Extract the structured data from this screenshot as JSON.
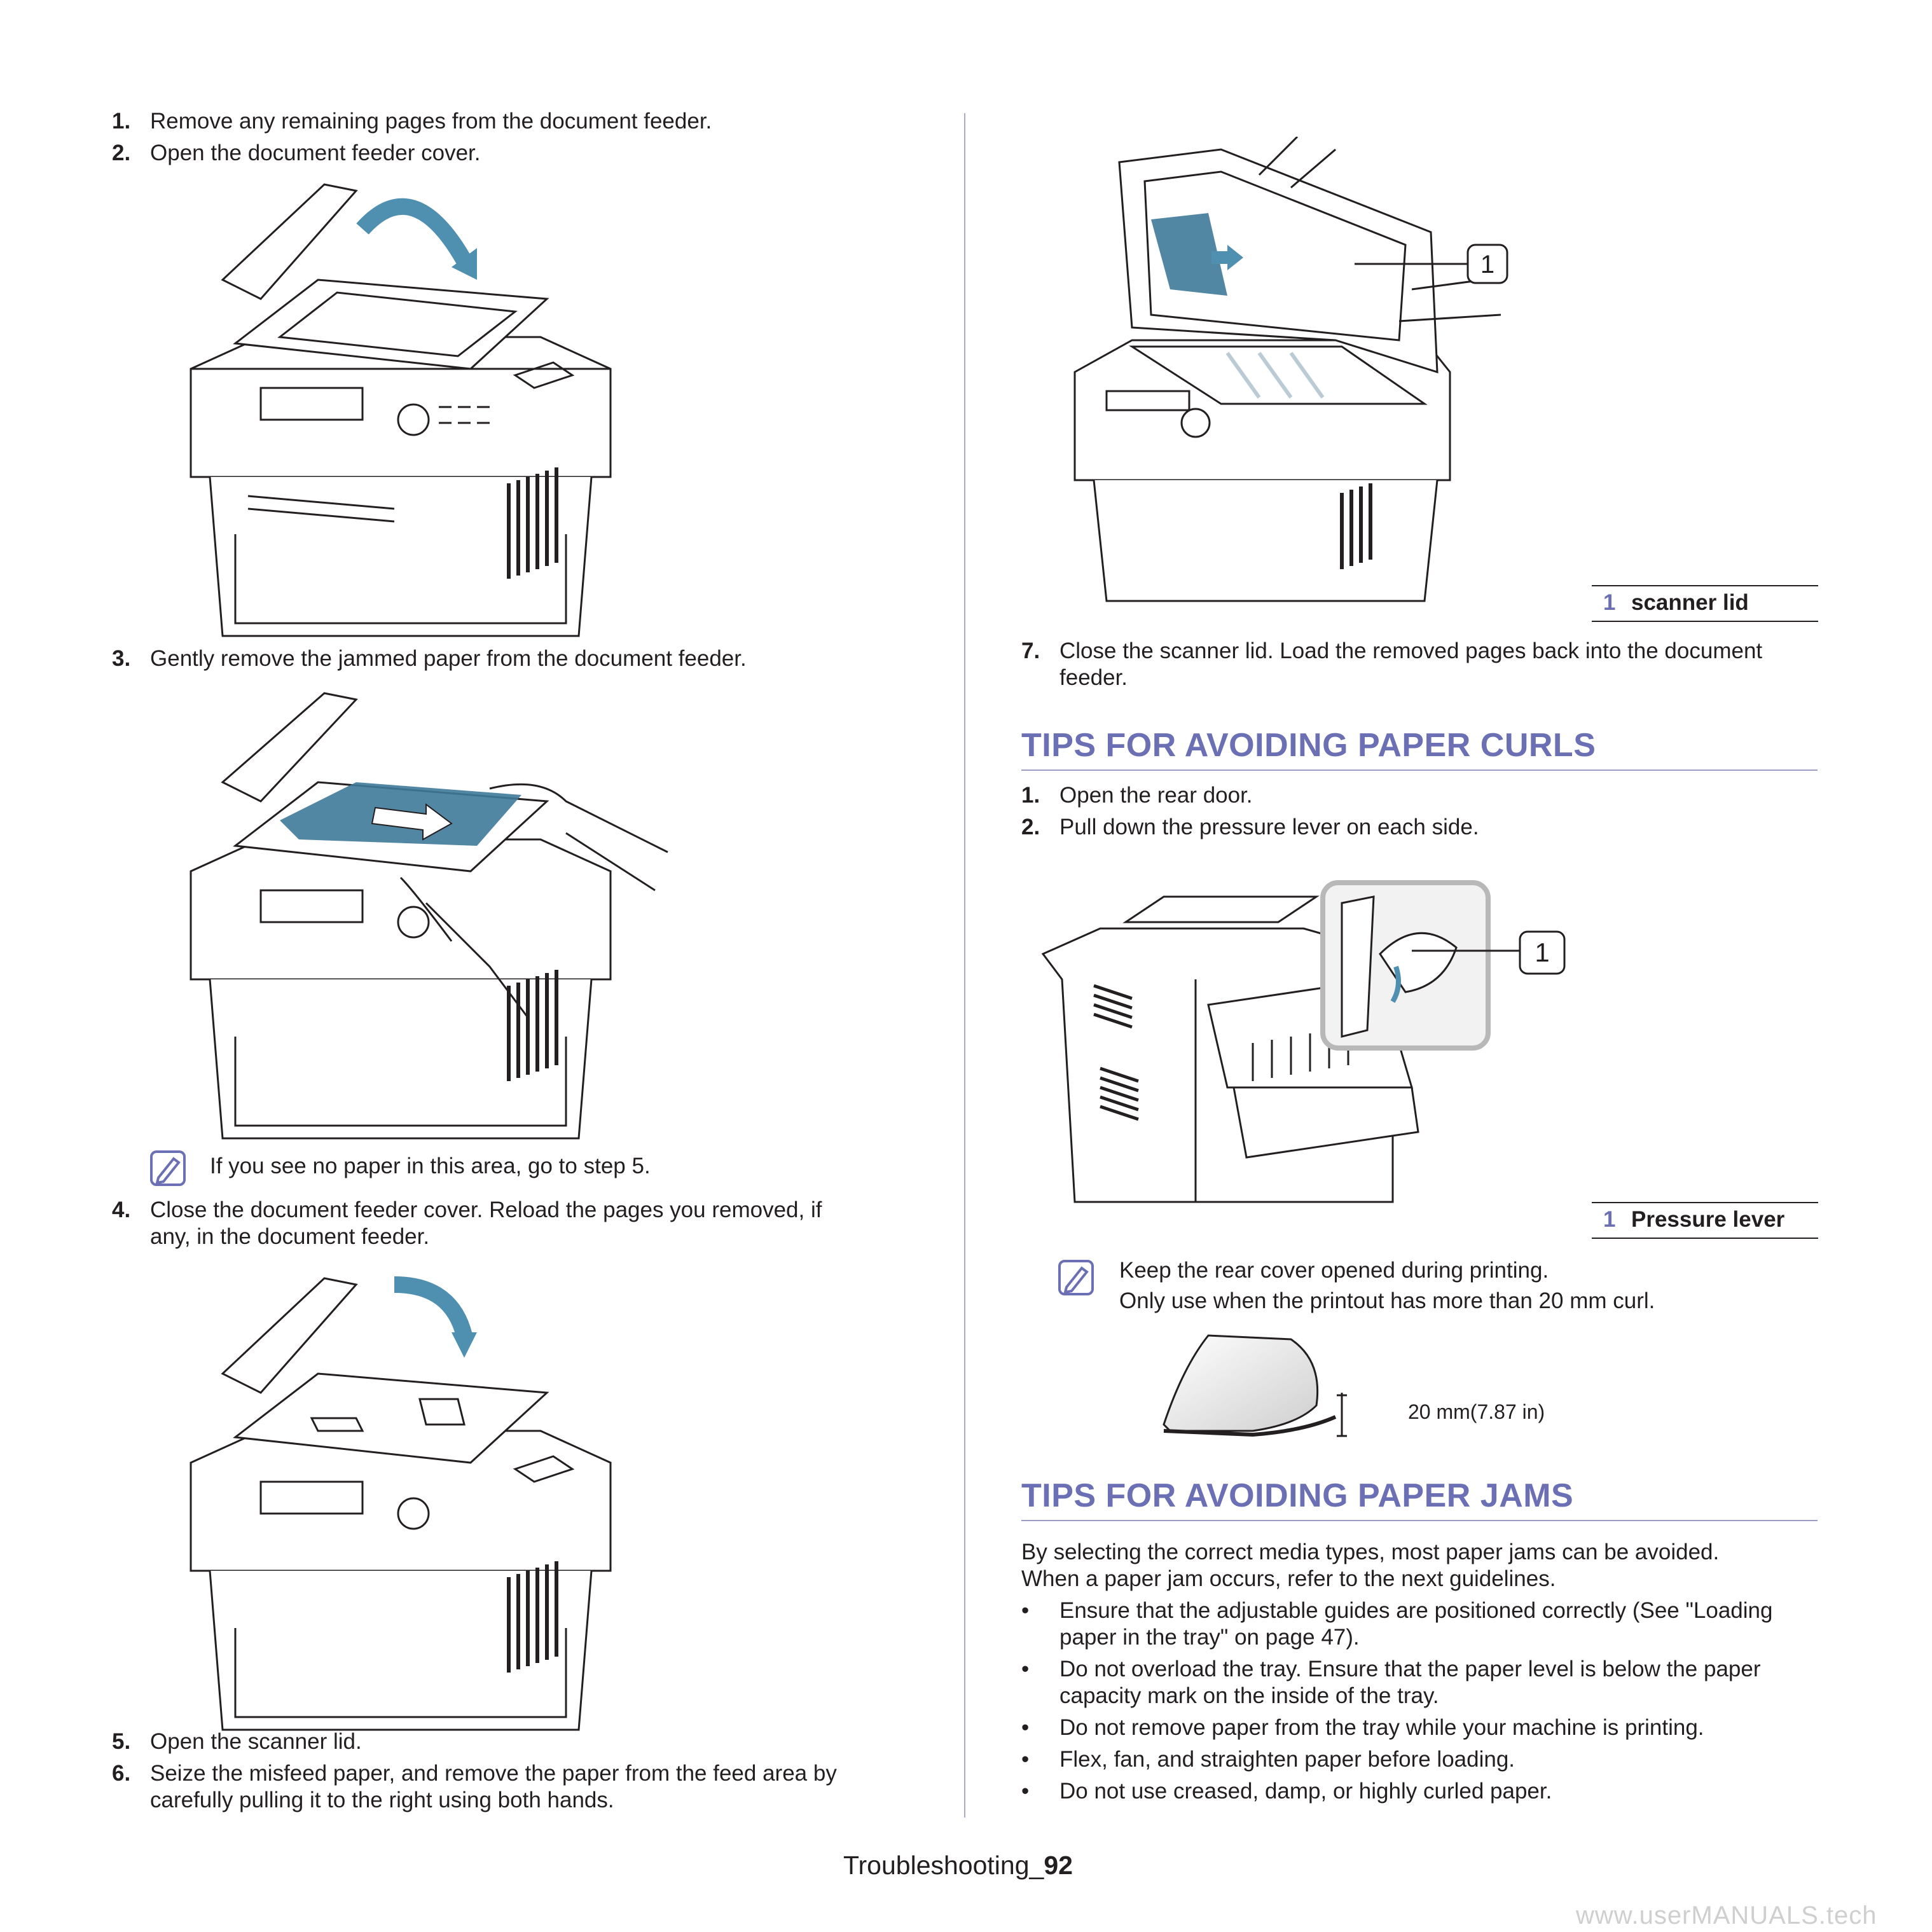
{
  "left_steps": [
    {
      "num": "1.",
      "text": "Remove any remaining pages from the document feeder."
    },
    {
      "num": "2.",
      "text": "Open the document feeder cover."
    },
    {
      "num": "3.",
      "text": "Gently remove the jammed paper from the document feeder."
    },
    {
      "num": "4.",
      "line1": "Close the document feeder cover. Reload the pages you removed, if",
      "line2": "any, in the document feeder."
    },
    {
      "num": "5.",
      "text": "Open the scanner lid."
    },
    {
      "num": "6.",
      "line1": "Seize the misfeed paper, and remove the paper from the feed area by",
      "line2": "carefully pulling it to the right using both hands."
    }
  ],
  "left_note": "If you see no paper in this area, go to step 5.",
  "scanner_callout": {
    "number": "1",
    "label": "scanner lid"
  },
  "step7": {
    "num": "7.",
    "line1": "Close the scanner lid. Load the removed pages back into the document",
    "line2": "feeder."
  },
  "curls": {
    "heading": "TIPS FOR AVOIDING PAPER CURLS",
    "steps": [
      {
        "num": "1.",
        "text": "Open the rear door."
      },
      {
        "num": "2.",
        "text": "Pull down the pressure lever on each side."
      }
    ],
    "callout": {
      "number": "1",
      "label": "Pressure lever"
    },
    "note_line1": "Keep the rear cover opened during printing.",
    "note_line2": "Only use when the printout has more than 20 mm curl.",
    "curl_label": "20 mm(7.87 in)"
  },
  "jams": {
    "heading": "TIPS FOR AVOIDING PAPER JAMS",
    "intro_line1": "By selecting the correct media types, most paper jams can be avoided.",
    "intro_line2": "When a paper jam occurs, refer to the next guidelines.",
    "bullets": [
      {
        "line1": "Ensure that the adjustable guides are positioned correctly (See \"Loading",
        "line2": "paper in the tray\" on page 47)."
      },
      {
        "line1": "Do not overload the tray. Ensure that the paper level is below the paper",
        "line2": "capacity mark on the inside of the tray."
      },
      {
        "line1": "Do not remove paper from the tray while your machine is printing."
      },
      {
        "line1": "Flex, fan, and straighten paper before loading."
      },
      {
        "line1": "Do not use creased, damp, or highly curled paper."
      }
    ],
    "bullet_symbol": "•"
  },
  "footer": {
    "section": "Troubleshooting_",
    "page": "92"
  },
  "watermark": "www.userMANUALS.tech",
  "colors": {
    "heading": "#6b6fb3",
    "paper_blue": "#3f7a9a",
    "arrow_blue": "#4f8fb0"
  }
}
